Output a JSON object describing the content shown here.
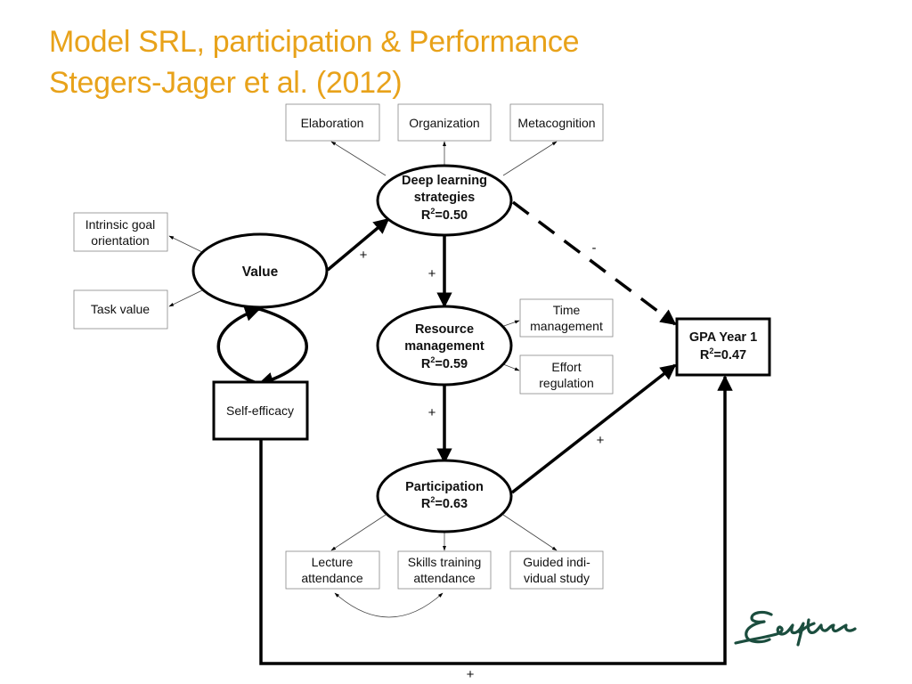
{
  "title": {
    "line1": "Model SRL, participation & Performance",
    "line2": "Stegers-Jager et al. (2012)"
  },
  "colors": {
    "title": "#E8A21A",
    "logo": "#1B4D3E"
  },
  "indicators": {
    "elaboration": "Elaboration",
    "organization": "Organization",
    "metacognition": "Metacognition",
    "intrinsic": [
      "Intrinsic goal",
      "orientation"
    ],
    "task_value": "Task value",
    "time_mgmt": [
      "Time",
      "management"
    ],
    "effort": [
      "Effort",
      "regulation"
    ],
    "lecture": [
      "Lecture",
      "attendance"
    ],
    "skills": [
      "Skills training",
      "attendance"
    ],
    "guided": [
      "Guided indi-",
      "vidual study"
    ]
  },
  "constructs": {
    "deep": [
      "Deep learning",
      "strategies",
      "R",
      "2",
      "=0.50"
    ],
    "value": "Value",
    "self_efficacy": "Self-efficacy",
    "resource": [
      "Resource",
      "management",
      "R",
      "2",
      "=0.59"
    ],
    "participation": [
      "Participation",
      "R",
      "2",
      "=0.63"
    ],
    "gpa": [
      "GPA Year 1",
      "R",
      "2",
      "=0.47"
    ]
  },
  "signs": {
    "value_deep": "+",
    "deep_resource": "+",
    "deep_gpa": "-",
    "resource_participation": "+",
    "participation_gpa": "+",
    "selfefficacy_gpa": "+"
  },
  "logo_icon": "erasmus-signature-logo"
}
